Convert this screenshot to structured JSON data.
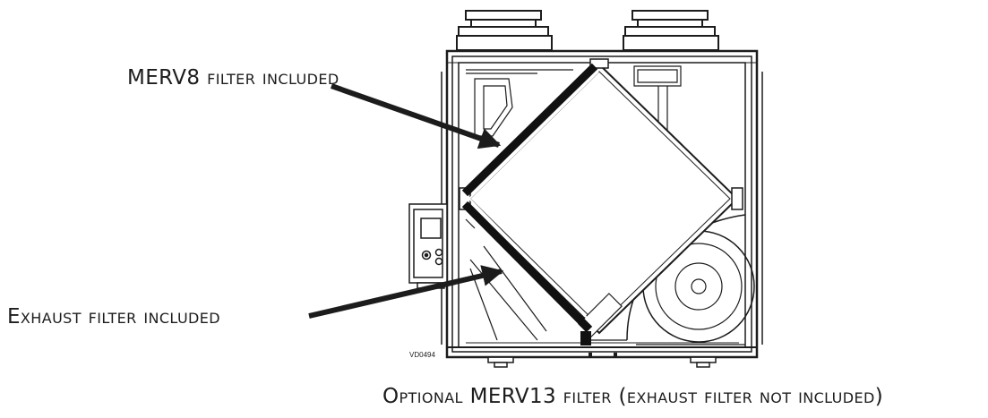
{
  "callouts": {
    "merv8": "MERV8 filter included",
    "exhaust": "Exhaust filter included",
    "merv13": "Optional MERV13 filter (exhaust filter not included)"
  },
  "drawing_code": "VD0494",
  "colors": {
    "line": "#1c1c1c",
    "background": "#ffffff"
  }
}
